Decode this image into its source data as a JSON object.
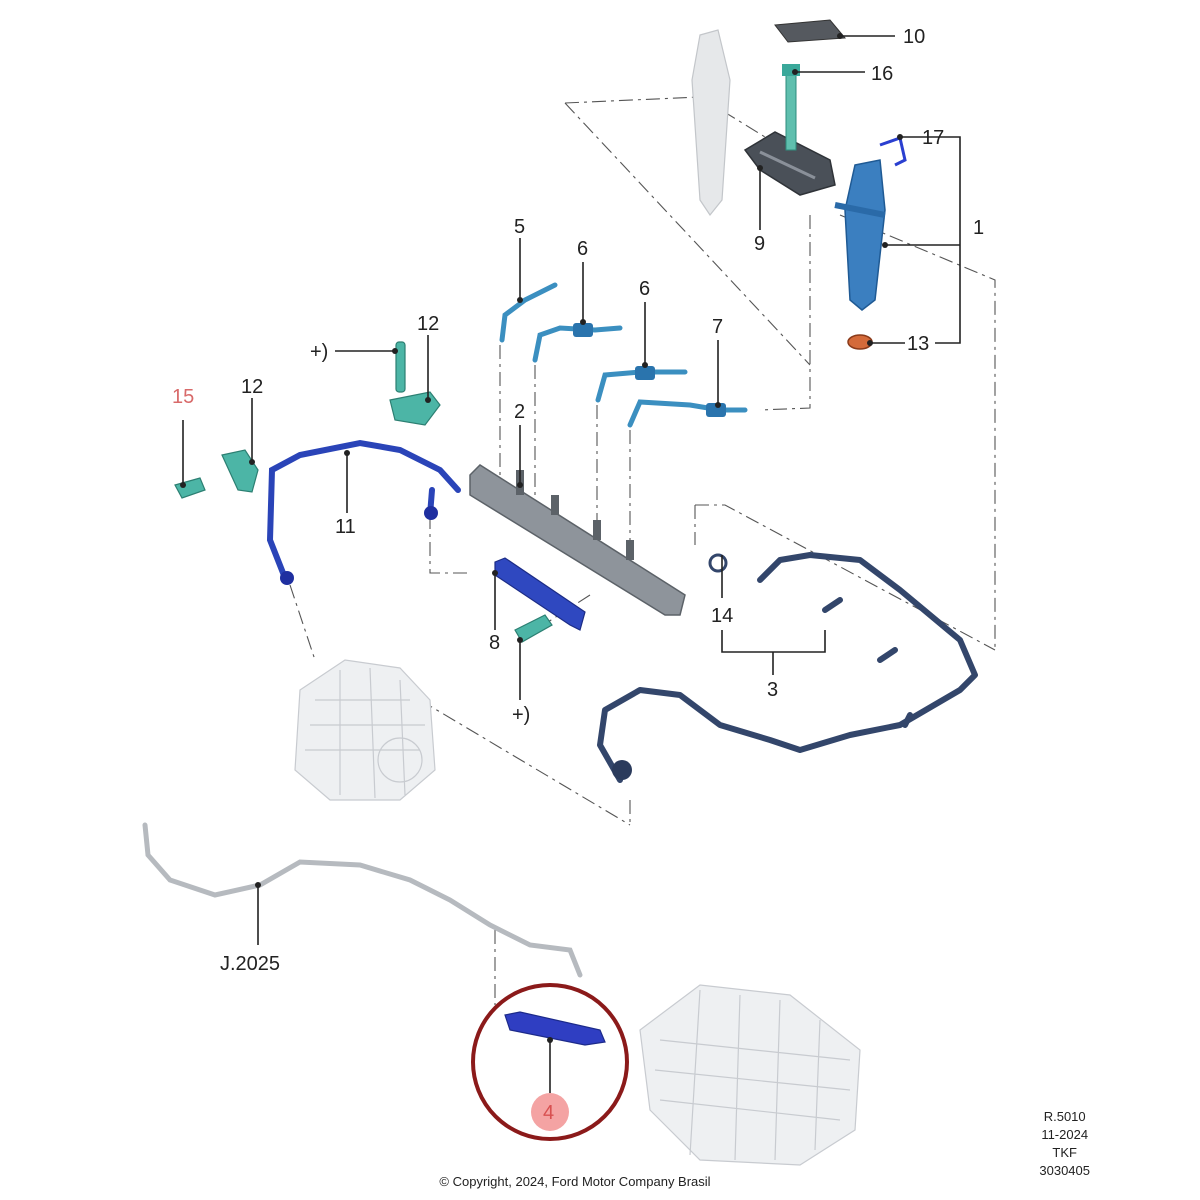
{
  "labels": {
    "p1": "1",
    "p2": "2",
    "p3": "3",
    "p4": "4",
    "p5": "5",
    "p6a": "6",
    "p6b": "6",
    "p7": "7",
    "p8": "8",
    "p9": "9",
    "p10": "10",
    "p11": "11",
    "p12a": "12",
    "p12b": "12",
    "p13": "13",
    "p14": "14",
    "p15": "15",
    "p16": "16",
    "p17": "17",
    "plus_a": "+)",
    "plus_b": "+)",
    "j2025": "J.2025"
  },
  "reference": {
    "line1": "R.5010",
    "line2": "11-2024",
    "line3": "TKF",
    "line4": "3030405"
  },
  "copyright": "© Copyright, 2024,  Ford Motor Company Brasil",
  "colors": {
    "teal": "#3aa89a",
    "blue_pipe": "#2a5fa8",
    "dark_blue": "#1f2fa0",
    "navy_harness": "#33466b",
    "grey_part": "#9aa0a6",
    "seal_orange": "#d46a3a",
    "highlight_circle": "#8b1a1a",
    "highlight_badge": "#f4a3a3"
  }
}
